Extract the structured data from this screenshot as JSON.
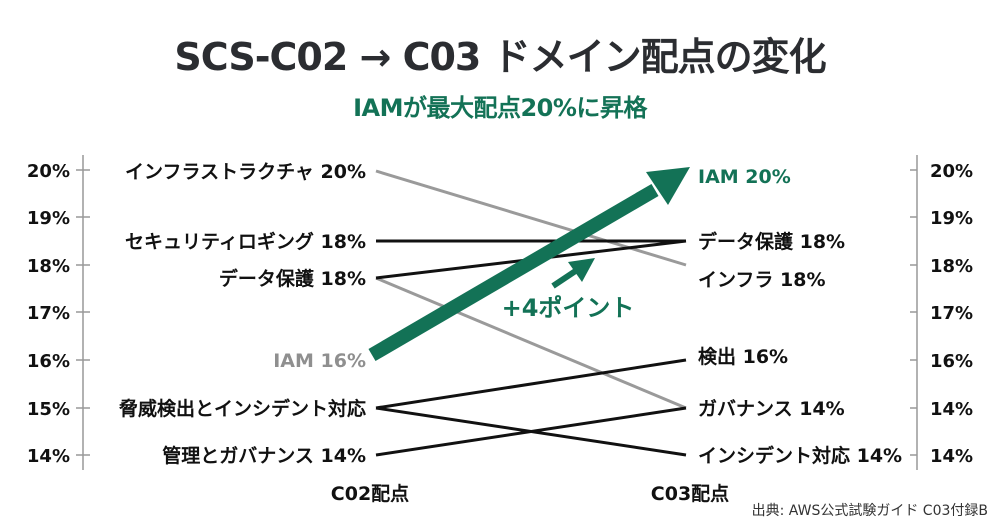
{
  "header": {
    "title": "SCS-C02 → C03 ドメイン配点の変化",
    "subtitle": "IAMが最大配点20%に昇格"
  },
  "axes": {
    "left_ticks": [
      "20%",
      "19%",
      "18%",
      "17%",
      "16%",
      "15%",
      "14%"
    ],
    "right_ticks": [
      "20%",
      "19%",
      "18%",
      "17%",
      "16%",
      "14%",
      "14%"
    ],
    "left_axis_label": "C02配点",
    "right_axis_label": "C03配点"
  },
  "left_labels": {
    "infra": "インフラストラクチャ 20%",
    "logging": "セキュリティロギング 18%",
    "data": "データ保護 18%",
    "iam": "IAM 16%",
    "threat": "脅威検出とインシデント対応",
    "gov": "管理とガバナンス 14%"
  },
  "right_labels": {
    "iam": "IAM 20%",
    "data": "データ保護 18%",
    "infra": "インフラ 18%",
    "detect": "検出 16%",
    "gov": "ガバナンス 14%",
    "incident": "インシデント対応 14%"
  },
  "annotation": "+4ポイント",
  "source": "出典: AWS公式試験ガイド C03付録B",
  "colors": {
    "accent_green": "#137256",
    "title": "#2b2d31",
    "line_black": "#111111",
    "line_gray": "#9a9a9a",
    "label_gray": "#8f8f8f"
  },
  "chart_data": {
    "type": "line",
    "subtype": "slope",
    "title": "SCS-C02 → C03 ドメイン配点の変化",
    "subtitle": "IAMが最大配点20%に昇格",
    "categories": [
      "C02配点",
      "C03配点"
    ],
    "ylabel": "",
    "ylim": [
      14,
      20
    ],
    "grid": false,
    "series": [
      {
        "name": "インフラストラクチャ → インフラ",
        "values": [
          20,
          18
        ],
        "color": "gray"
      },
      {
        "name": "セキュリティロギング → データ保護",
        "values": [
          18,
          18
        ],
        "color": "black"
      },
      {
        "name": "データ保護 → データ保護",
        "values": [
          18,
          18
        ],
        "color": "black"
      },
      {
        "name": "データ保護 → ガバナンス",
        "values": [
          18,
          14
        ],
        "color": "gray"
      },
      {
        "name": "IAM",
        "values": [
          16,
          20
        ],
        "color": "green",
        "highlight": true
      },
      {
        "name": "脅威検出とインシデント対応 → 検出",
        "values": [
          15,
          16
        ],
        "color": "black"
      },
      {
        "name": "脅威検出とインシデント対応 → インシデント対応",
        "values": [
          15,
          14
        ],
        "color": "black"
      },
      {
        "name": "管理とガバナンス → ガバナンス",
        "values": [
          14,
          14
        ],
        "color": "black"
      }
    ],
    "annotations": [
      "+4ポイント"
    ],
    "source": "出典: AWS公式試験ガイド C03付録B"
  }
}
